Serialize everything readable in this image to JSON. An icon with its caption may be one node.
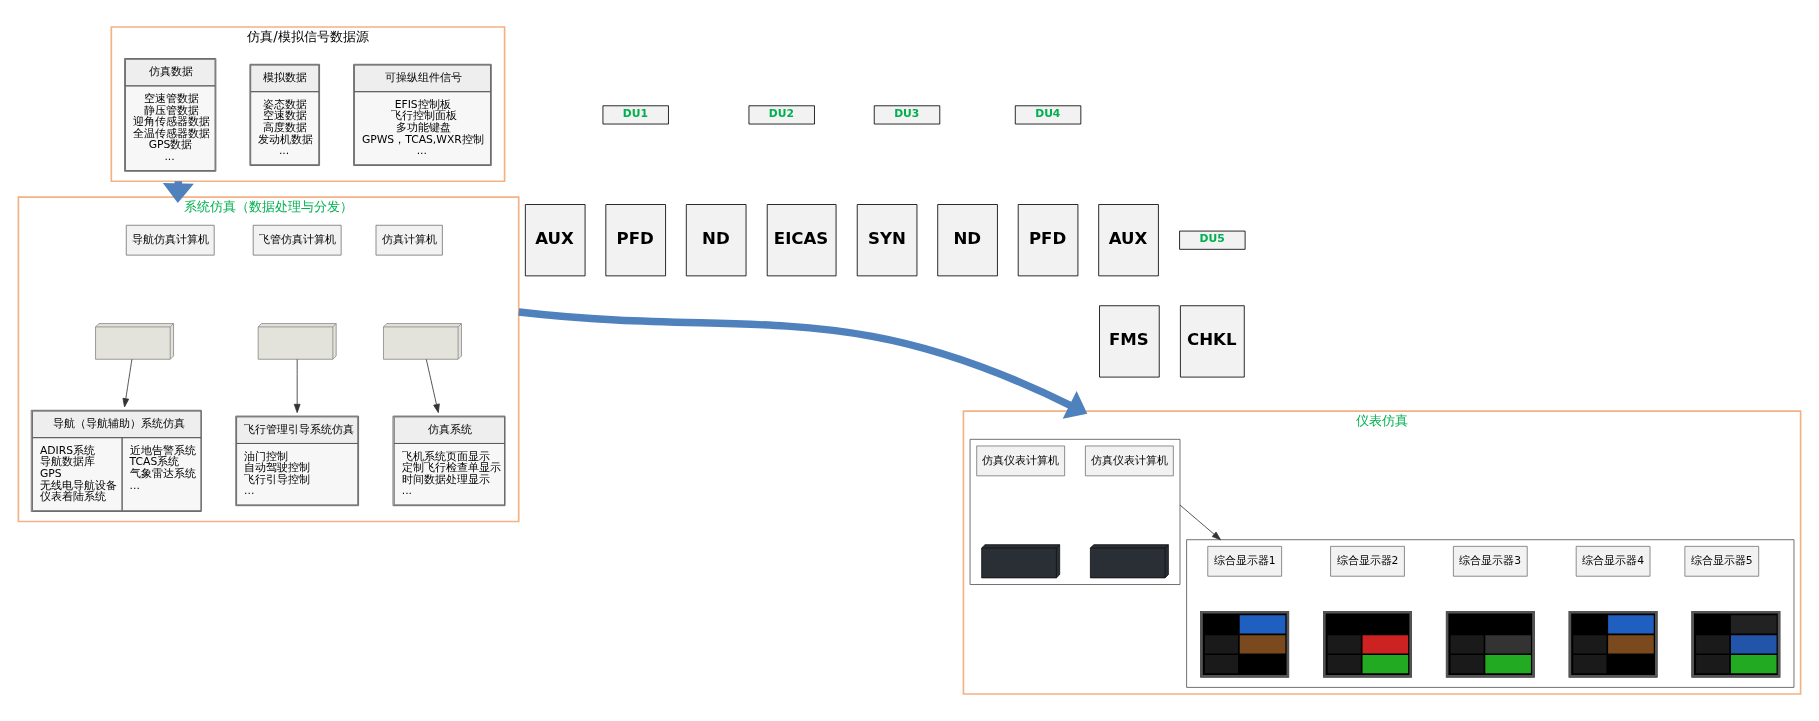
{
  "diagram": {
    "nodes": [
      {
        "text": [
          "仿真/模拟信号数据源"
        ]
      },
      {
        "text": [
          "仿真数据",
          "空速管数据",
          "静压管数据",
          "迎角传感器数据",
          "全温传感器数据",
          "GPS数据",
          "..."
        ],
        "in": 0
      },
      {
        "text": [
          "模拟数据",
          "姿态数据",
          "空速数据",
          "高度数据",
          "发动机数据",
          "..."
        ],
        "in": 0
      },
      {
        "text": [
          "可操纵组件信号",
          "EFIS控制板",
          "飞行控制面板",
          "多功能键盘",
          "GPWS，TCAS,WXR控制",
          "..."
        ],
        "in": 0
      },
      {
        "text": [
          "系统仿真（数据处理与分发）"
        ]
      },
      {
        "text": [
          "导航仿真计算机"
        ],
        "in": 4
      },
      {
        "text": [],
        "shape": "picture",
        "in": 4
      },
      {
        "text": [
          "飞管仿真计算机"
        ],
        "in": 4
      },
      {
        "text": [],
        "shape": "picture",
        "in": 4
      },
      {
        "text": [
          "仿真计算机"
        ],
        "in": 4
      },
      {
        "text": [],
        "shape": "picture",
        "in": 4
      },
      {
        "text": [
          "导航（导航辅助）系统仿真",
          "ADIRS系统",
          "导航数据库",
          "GPS",
          "无线电导航设备",
          "仪表着陆系统",
          "近地告警系统",
          "TCAS系统",
          "气象雷达系统",
          "..."
        ],
        "in": 4
      },
      {
        "text": [
          "飞行管理引导系统仿真",
          "油门控制",
          "自动驾驶控制",
          "飞行引导控制",
          "..."
        ],
        "in": 4
      },
      {
        "text": [
          "仿真系统",
          "飞机系统页面显示",
          "定制飞行检查单显示",
          "时间数据处理显示",
          "..."
        ],
        "in": 4
      },
      {
        "text": [
          "仪表仿真"
        ]
      },
      {
        "text": [],
        "shape": "box",
        "in": 14
      },
      {
        "text": [
          "仿真仪表计算机"
        ],
        "in": 15
      },
      {
        "text": [],
        "shape": "picture",
        "in": 15
      },
      {
        "text": [
          "仿真仪表计算机"
        ],
        "in": 15
      },
      {
        "text": [],
        "shape": "picture",
        "in": 15
      },
      {
        "text": [],
        "shape": "box",
        "in": 14
      },
      {
        "text": [
          "综合显示器1"
        ],
        "in": 20
      },
      {
        "text": [],
        "shape": "picture",
        "in": 20
      },
      {
        "text": [
          "综合显示器2"
        ],
        "in": 20
      },
      {
        "text": [],
        "shape": "picture",
        "in": 20
      },
      {
        "text": [
          "综合显示器3"
        ],
        "in": 20
      },
      {
        "text": [],
        "shape": "picture",
        "in": 20
      },
      {
        "text": [
          "综合显示器4"
        ],
        "in": 20
      },
      {
        "text": [],
        "shape": "picture",
        "in": 20
      },
      {
        "text": [
          "综合显示器5"
        ],
        "in": 20
      },
      {
        "text": [],
        "shape": "picture",
        "in": 20
      },
      {
        "text": [
          "DU1"
        ]
      },
      {
        "text": [
          "AUX"
        ]
      },
      {
        "text": [
          "PFD"
        ]
      },
      {
        "text": [
          "DU2"
        ]
      },
      {
        "text": [
          "ND"
        ]
      },
      {
        "text": [
          "EICAS"
        ]
      },
      {
        "text": [
          "DU3"
        ]
      },
      {
        "text": [
          "SYN"
        ]
      },
      {
        "text": [
          "ND"
        ]
      },
      {
        "text": [
          "DU4"
        ]
      },
      {
        "text": [
          "PFD"
        ]
      },
      {
        "text": [
          "AUX"
        ]
      },
      {
        "text": [
          "DU5"
        ]
      },
      {
        "text": [
          "FMS"
        ]
      },
      {
        "text": [
          "CHKL"
        ]
      }
    ],
    "edges": [
      {
        "from": 0,
        "to": 4,
        "arrow": "to",
        "style": "thick",
        "color": "#4f81bd"
      },
      {
        "from": 4,
        "to": 14,
        "arrow": "to",
        "style": "thick",
        "color": "#4f81bd"
      },
      {
        "from": 6,
        "to": 11,
        "arrow": "to"
      },
      {
        "from": 8,
        "to": 12,
        "arrow": "to"
      },
      {
        "from": 10,
        "to": 13,
        "arrow": "to"
      },
      {
        "from": 15,
        "to": 20,
        "arrow": "to"
      }
    ]
  }
}
